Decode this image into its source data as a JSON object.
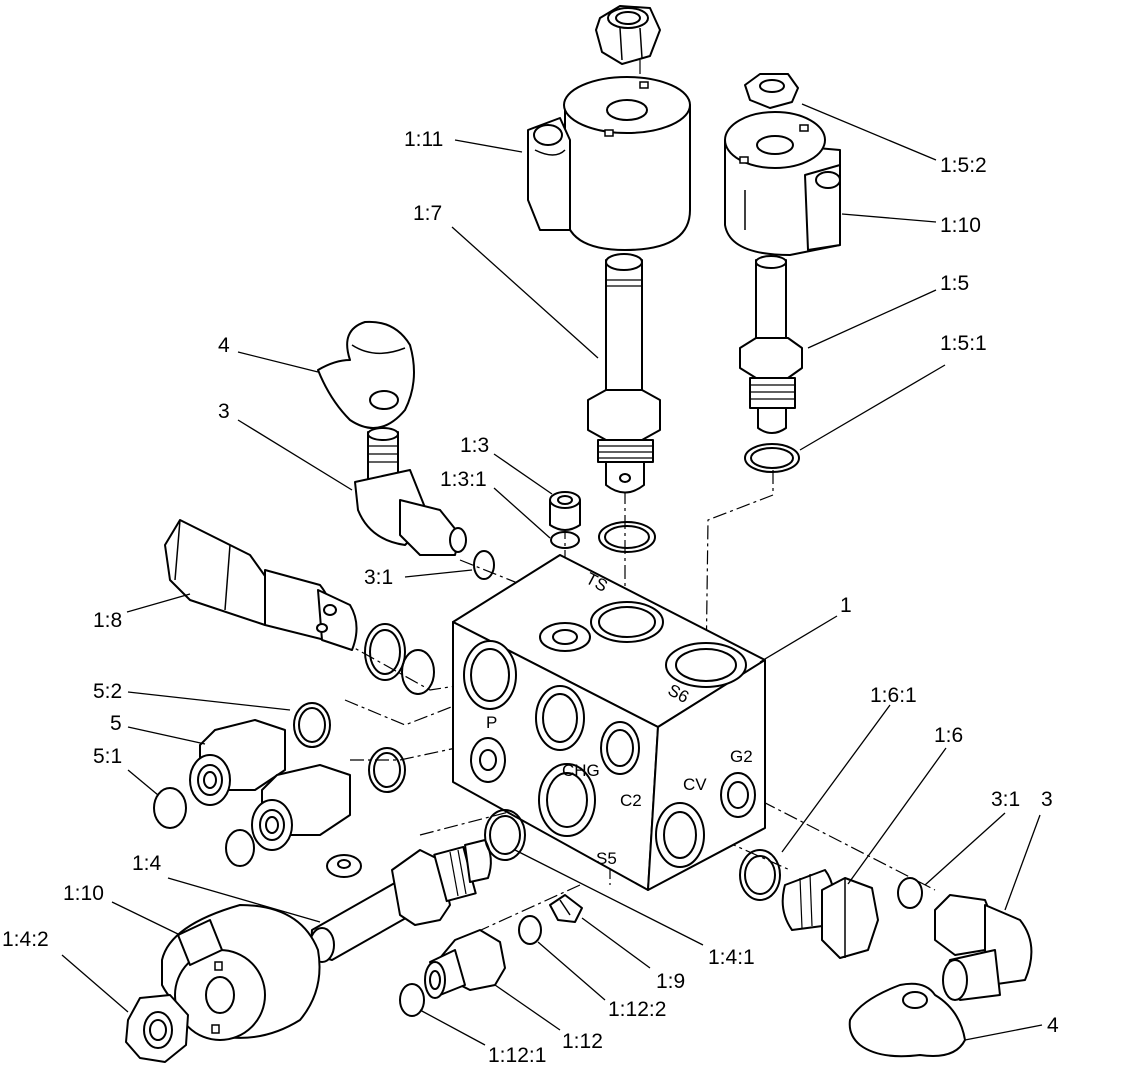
{
  "callouts": {
    "c_1_11": "1:11",
    "c_1_7": "1:7",
    "c_1_5_2": "1:5:2",
    "c_1_10_top": "1:10",
    "c_1_5": "1:5",
    "c_1_5_1": "1:5:1",
    "c_4_top": "4",
    "c_3_top": "3",
    "c_1_3": "1:3",
    "c_1_3_1": "1:3:1",
    "c_3_1_left": "3:1",
    "c_1_8": "1:8",
    "c_1": "1",
    "c_5_2": "5:2",
    "c_5": "5",
    "c_5_1": "5:1",
    "c_1_6_1": "1:6:1",
    "c_1_6": "1:6",
    "c_3_1_right": "3:1",
    "c_3_right": "3",
    "c_1_4": "1:4",
    "c_1_10_bottom": "1:10",
    "c_1_4_2": "1:4:2",
    "c_1_4_1": "1:4:1",
    "c_1_9": "1:9",
    "c_1_12_2": "1:12:2",
    "c_1_12": "1:12",
    "c_1_12_1": "1:12:1",
    "c_4_bottom": "4"
  },
  "ports": {
    "ts": "TS",
    "s6": "S6",
    "p": "P",
    "chg": "CHG",
    "c2": "C2",
    "cv": "CV",
    "g2": "G2",
    "s5": "S5"
  }
}
